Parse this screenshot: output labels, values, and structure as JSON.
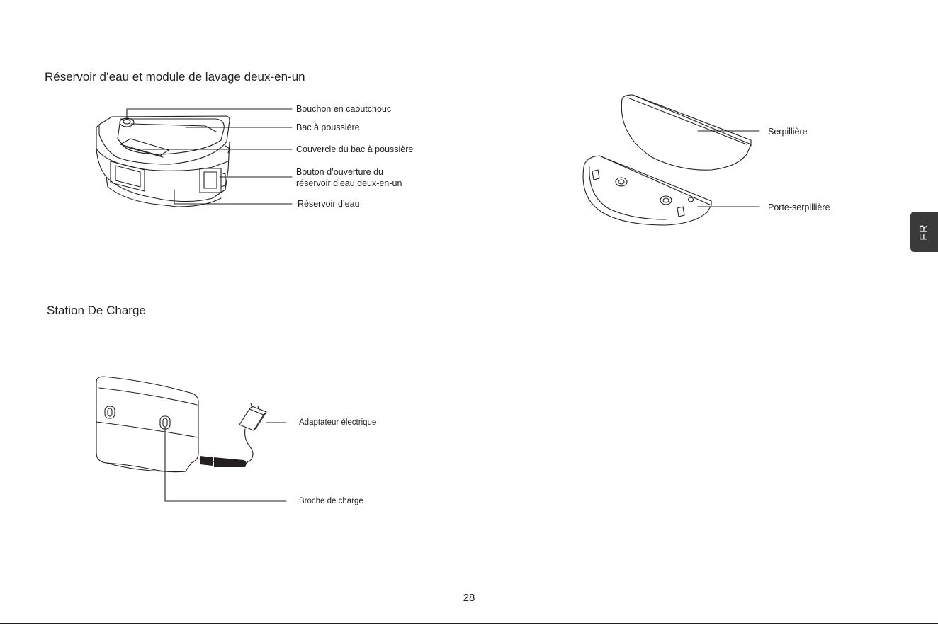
{
  "sections": {
    "tank": {
      "title": "Réservoir d’eau et module de lavage deux-en-un",
      "labels": {
        "rubber_plug": "Bouchon en caoutchouc",
        "dust_bin": "Bac à poussière",
        "dust_bin_cover": "Couvercle du bac à poussière",
        "release_button_line1": "Bouton d’ouverture du",
        "release_button_line2": "réservoir d’eau deux-en-un",
        "water_tank": "Réservoir d’eau"
      }
    },
    "mop": {
      "labels": {
        "mop_cloth": "Serpillière",
        "mop_holder": "Porte-serpillière"
      }
    },
    "dock": {
      "title": "Station De Charge",
      "labels": {
        "power_adapter": "Adaptateur électrique",
        "charging_pin": "Broche de charge"
      }
    }
  },
  "language_tab": "FR",
  "page_number": "28"
}
